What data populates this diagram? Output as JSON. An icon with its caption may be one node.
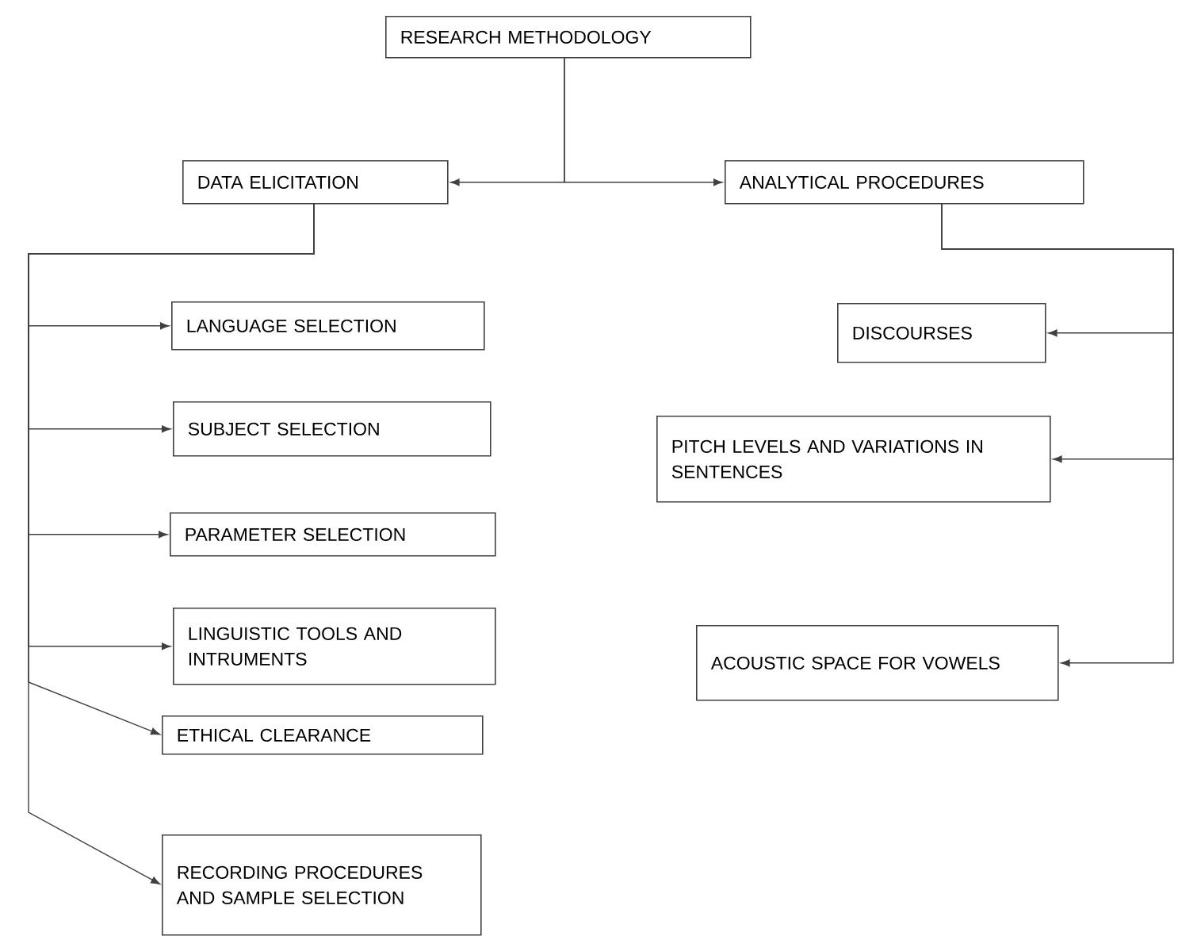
{
  "diagram": {
    "nodes": [
      {
        "text": [
          "RESEARCH METHODOLOGY"
        ]
      },
      {
        "text": [
          "DATA ELICITATION"
        ]
      },
      {
        "text": [
          "ANALYTICAL PROCEDURES"
        ]
      },
      {
        "text": [
          "LANGUAGE SELECTION"
        ]
      },
      {
        "text": [
          "SUBJECT SELECTION"
        ]
      },
      {
        "text": [
          "PARAMETER SELECTION"
        ]
      },
      {
        "text": [
          "LINGUISTIC TOOLS AND INTRUMENTS"
        ]
      },
      {
        "text": [
          "ETHICAL CLEARANCE"
        ]
      },
      {
        "text": [
          "RECORDING PROCEDURES AND SAMPLE SELECTION"
        ]
      },
      {
        "text": [
          "DISCOURSES"
        ]
      },
      {
        "text": [
          "PITCH LEVELS AND VARIATIONS IN SENTENCES"
        ]
      },
      {
        "text": [
          "ACOUSTIC SPACE FOR VOWELS"
        ]
      }
    ],
    "edges": [
      {
        "from": 0,
        "to": 1,
        "arrow": "to"
      },
      {
        "from": 0,
        "to": 2,
        "arrow": "to"
      },
      {
        "from": 1,
        "to": 3,
        "arrow": "to"
      },
      {
        "from": 1,
        "to": 4,
        "arrow": "to"
      },
      {
        "from": 1,
        "to": 5,
        "arrow": "to"
      },
      {
        "from": 1,
        "to": 6,
        "arrow": "to"
      },
      {
        "from": 1,
        "to": 7,
        "arrow": "to"
      },
      {
        "from": 1,
        "to": 8,
        "arrow": "to"
      },
      {
        "from": 2,
        "to": 9,
        "arrow": "to"
      },
      {
        "from": 2,
        "to": 10,
        "arrow": "to"
      },
      {
        "from": 2,
        "to": 11,
        "arrow": "to"
      }
    ]
  }
}
